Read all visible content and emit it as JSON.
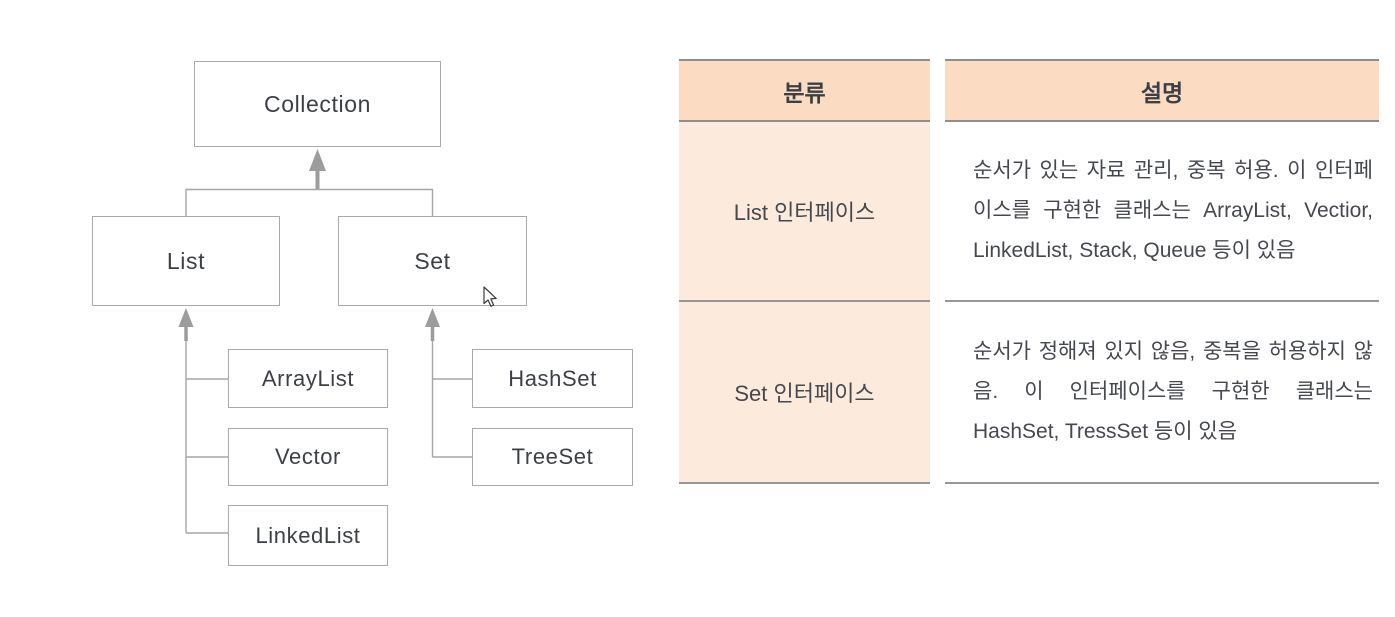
{
  "diagram": {
    "nodes": {
      "collection": "Collection",
      "list": "List",
      "set": "Set",
      "arraylist": "ArrayList",
      "vector": "Vector",
      "linkedlist": "LinkedList",
      "hashset": "HashSet",
      "treeset": "TreeSet"
    }
  },
  "table": {
    "headers": {
      "category": "분류",
      "description": "설명"
    },
    "rows": [
      {
        "category": "List 인터페이스",
        "description": "순서가 있는 자료 관리, 중복 허용. 이 인터페이스를 구현한 클래스는 ArrayList, Vectior, LinkedList, Stack, Queue 등이 있음"
      },
      {
        "category": "Set 인터페이스",
        "description": "순서가 정해져 있지 않음, 중복을 허용하지 않음. 이 인터페이스를 구현한 클래스는 HashSet, TressSet 등이 있음"
      }
    ]
  },
  "colors": {
    "table_header_bg": "#fbdcc3",
    "table_category_cell_bg": "#fcebdc",
    "table_border": "#8e8e8e",
    "node_border": "#a9a9a9",
    "connector": "#a5a5a5",
    "arrow": "#9c9c9c",
    "text": "#45484e"
  }
}
